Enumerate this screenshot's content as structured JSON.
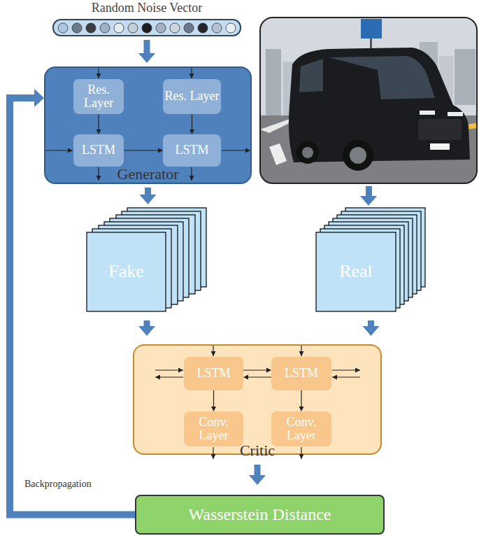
{
  "diagram": {
    "nodes": [
      {
        "text": [
          "Random Noise Vector"
        ]
      },
      {
        "text": [
          "Generator"
        ]
      },
      {
        "text": [
          "Res. Layer"
        ],
        "in": 1
      },
      {
        "text": [
          "Res. Layer"
        ],
        "in": 1
      },
      {
        "text": [
          "LSTM"
        ],
        "in": 1
      },
      {
        "text": [
          "LSTM"
        ],
        "in": 1
      },
      {
        "text": [
          "Fake"
        ]
      },
      {
        "text": [
          "Real"
        ]
      },
      {
        "text": [
          "Critic"
        ]
      },
      {
        "text": [
          "LSTM"
        ],
        "in": 8
      },
      {
        "text": [
          "LSTM"
        ],
        "in": 8
      },
      {
        "text": [
          "Conv. Layer"
        ],
        "in": 8
      },
      {
        "text": [
          "Conv. Layer"
        ],
        "in": 8
      },
      {
        "text": [
          "Wasserstein Distance"
        ]
      }
    ],
    "edges": [
      {
        "from": 0,
        "to": 1,
        "arrow": "to"
      },
      {
        "from": 1,
        "to": 6,
        "arrow": "to"
      },
      {
        "from": 6,
        "to": 8,
        "arrow": "to"
      },
      {
        "from": 7,
        "to": 8,
        "arrow": "to"
      },
      {
        "from": 8,
        "to": 13,
        "arrow": "to"
      },
      {
        "from": 13,
        "to": 1,
        "label": "Backpropagation",
        "arrow": "to"
      },
      {
        "from": 2,
        "to": 4,
        "arrow": "to"
      },
      {
        "from": 3,
        "to": 5,
        "arrow": "to"
      },
      {
        "from": 4,
        "to": 5,
        "arrow": "to"
      },
      {
        "from": 9,
        "to": 10,
        "arrow": "both"
      },
      {
        "from": 9,
        "to": 11,
        "arrow": "to"
      },
      {
        "from": 10,
        "to": 12,
        "arrow": "to"
      }
    ]
  }
}
